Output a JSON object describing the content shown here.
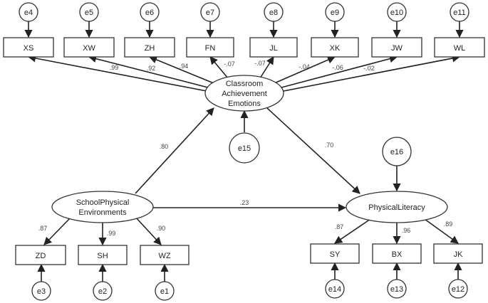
{
  "observed": {
    "xs": "XS",
    "xw": "XW",
    "zh": "ZH",
    "fn": "FN",
    "jl": "JL",
    "xk": "XK",
    "jw": "JW",
    "wl": "WL",
    "zd": "ZD",
    "sh": "SH",
    "wz": "WZ",
    "sy": "SY",
    "bx": "BX",
    "jk": "JK"
  },
  "errors": {
    "e1": "e1",
    "e2": "e2",
    "e3": "e3",
    "e4": "e4",
    "e5": "e5",
    "e6": "e6",
    "e7": "e7",
    "e8": "e8",
    "e9": "e9",
    "e10": "e10",
    "e11": "e11",
    "e12": "e12",
    "e13": "e13",
    "e14": "e14",
    "e15": "e15",
    "e16": "e16"
  },
  "latent": {
    "emotions": [
      "Classroom",
      "Achievement",
      "Emotions"
    ],
    "environments": [
      "SchoolPhysical",
      "Environments"
    ],
    "literacy": [
      "PhysicalLiteracy"
    ]
  },
  "coefficients": {
    "emotions_xs": ".99",
    "emotions_xw": ".92",
    "emotions_zh": ".94",
    "emotions_fn": "-.07",
    "emotions_jl": "-.07",
    "emotions_xk": "-.04",
    "emotions_jw": "-.06",
    "emotions_wl": "-.02",
    "env_emotions": ".80",
    "emotions_literacy": ".70",
    "env_literacy": ".23",
    "env_zd": ".87",
    "env_sh": ".99",
    "env_wz": ".90",
    "literacy_sy": ".87",
    "literacy_bx": ".96",
    "literacy_jk": ".89"
  }
}
